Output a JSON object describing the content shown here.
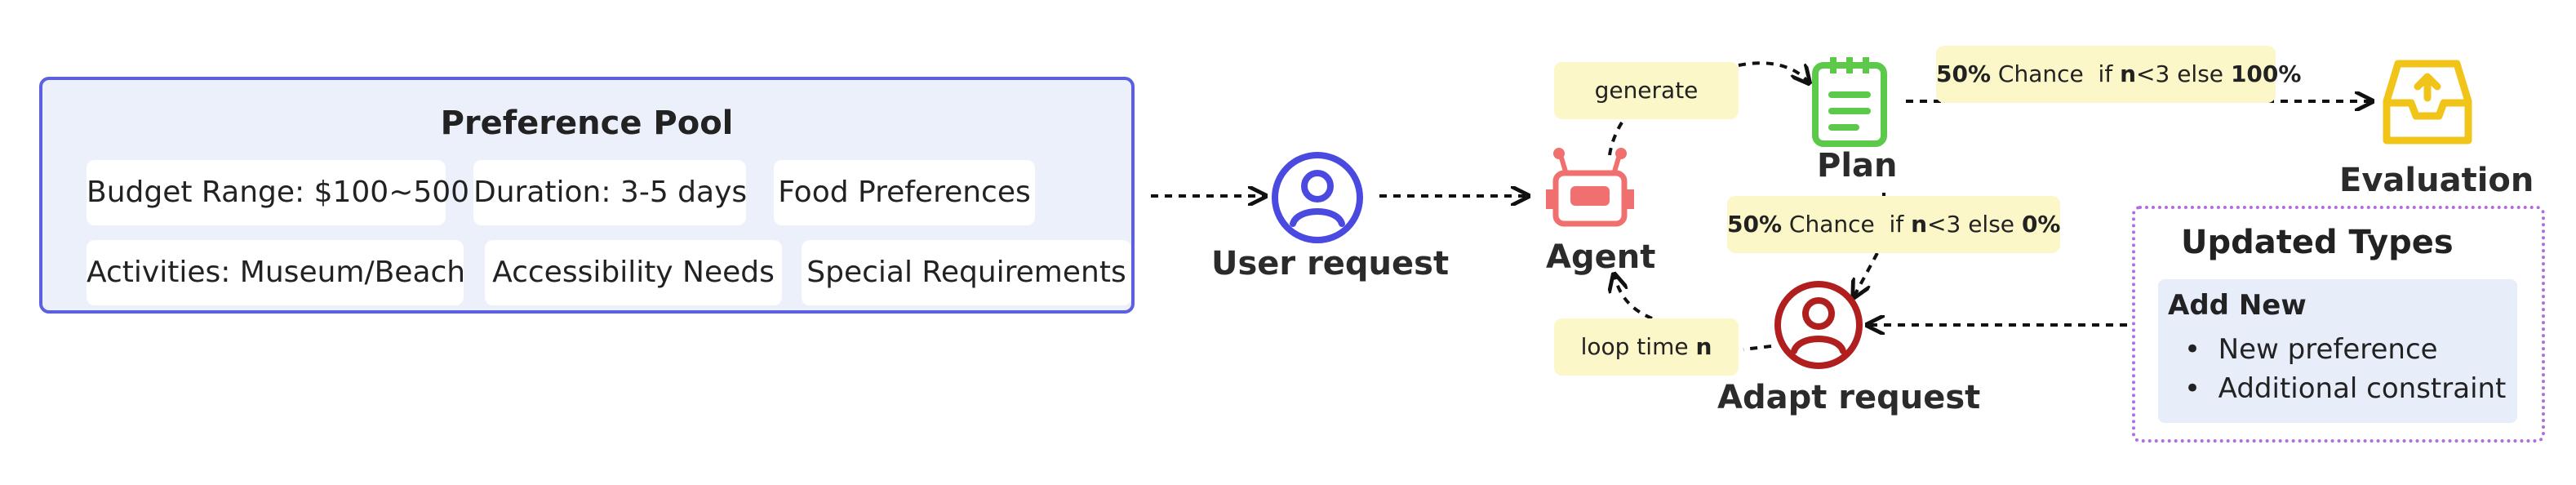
{
  "pool": {
    "title": "Preference Pool",
    "chips": [
      "Budget Range: $100~500",
      "Duration: 3-5 days",
      "Food Preferences",
      "Activities: Museum/Beach",
      "Accessibility Needs",
      "Special Requirements"
    ]
  },
  "nodes": {
    "user_request": "User request",
    "agent": "Agent",
    "plan": "Plan",
    "evaluation": "Evaluation",
    "adapt_request": "Adapt request"
  },
  "edges": {
    "generate": "generate",
    "loop_prefix": "loop time ",
    "loop_var": "n",
    "eval_chance": {
      "pct": "50%",
      "chance": " Chance  if ",
      "n": "n",
      "cond": "<3 else ",
      "alt": "100%"
    },
    "adapt_chance": {
      "pct": "50%",
      "chance": " Chance  if ",
      "n": "n",
      "cond": "<3 else ",
      "alt": "0%"
    }
  },
  "updated_types": {
    "title": "Updated Types",
    "subtitle": "Add New",
    "items": [
      "New preference",
      "Additional constraint"
    ]
  },
  "colors": {
    "pool_border": "#5b5fe0",
    "user_icon": "#4a4ae0",
    "agent_icon": "#f07070",
    "plan_icon": "#5cc94a",
    "evaluation_icon": "#f0c419",
    "adapt_icon": "#b01e1e",
    "updated_border": "#b36be0",
    "note_bg": "#fbf7c8"
  },
  "icons": [
    "user-icon",
    "robot-icon",
    "clipboard-icon",
    "inbox-upload-icon",
    "user-icon"
  ]
}
